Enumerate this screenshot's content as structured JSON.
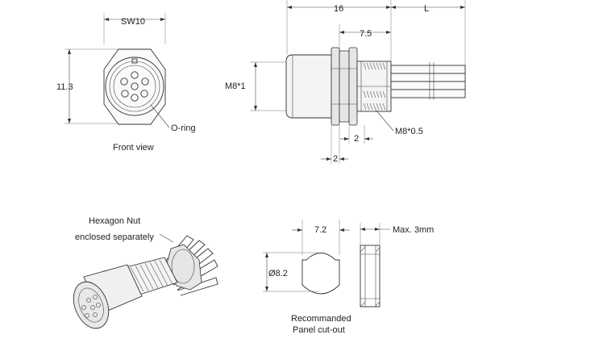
{
  "front_view": {
    "width_label": "SW10",
    "height_label": "11.3",
    "oring_label": "O-ring",
    "caption": "Front view"
  },
  "side_view": {
    "overall_length_label": "16",
    "cable_length_label": "L",
    "thread_length_label": "7.5",
    "body_thread_label": "M8*1",
    "rear_thread_label": "M8*0.5",
    "nut_gap_label": "2",
    "flange_label": "2"
  },
  "iso_view": {
    "note_line1": "Hexagon Nut",
    "note_line2": "enclosed separately"
  },
  "cutout": {
    "width_label": "7.2",
    "diameter_label": "Ø8.2",
    "panel_label": "Max. 3mm",
    "caption_line1": "Recommanded",
    "caption_line2": "Panel cut-out"
  },
  "colors": {
    "line": "#333333",
    "background": "#ffffff"
  }
}
